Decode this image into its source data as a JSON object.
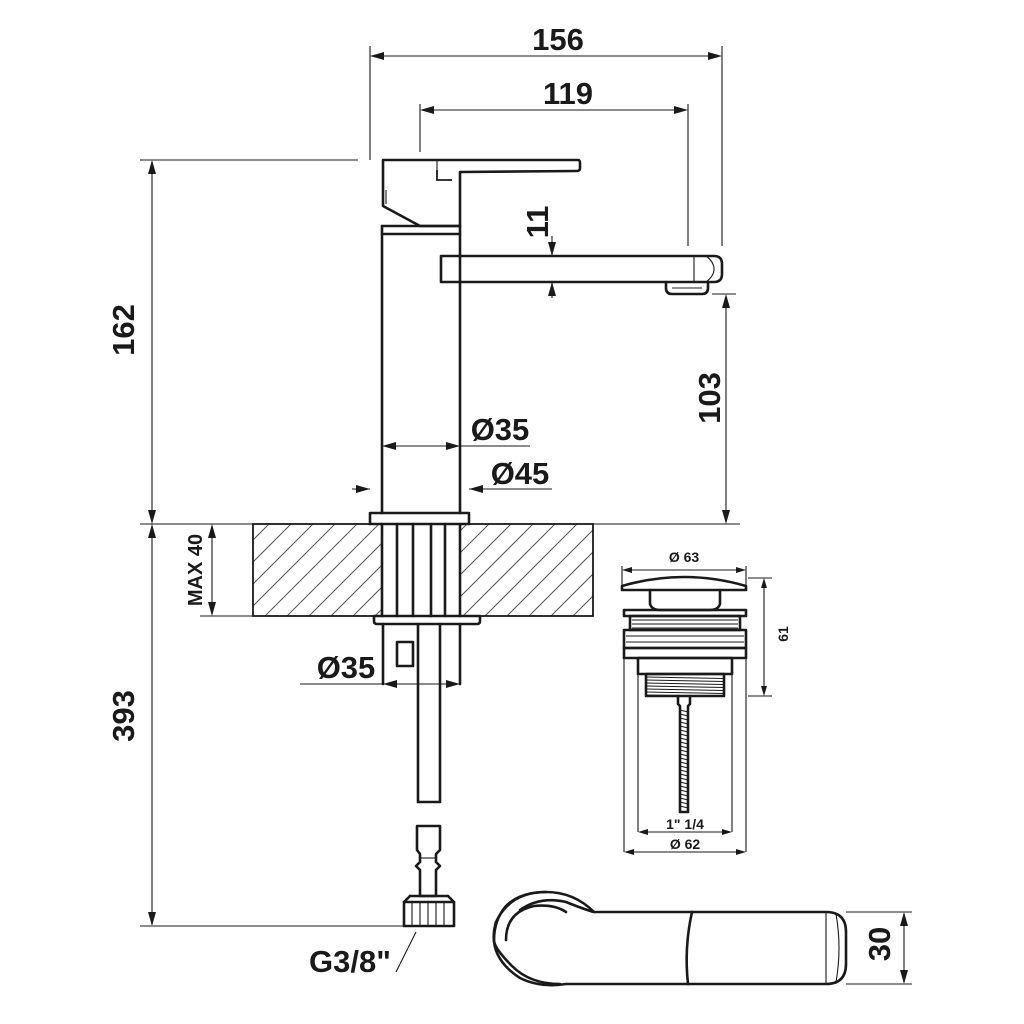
{
  "dimensions": {
    "overall_width": "156",
    "spout_reach": "119",
    "spout_thickness": "11",
    "height_total": "162",
    "spout_height": "103",
    "body_diameter": "Ø35",
    "base_diameter": "Ø45",
    "max_counter": "MAX 40",
    "shank_diameter": "Ø35",
    "below_counter": "393",
    "connection": "G3/8\"",
    "waste_top_diameter": "Ø 63",
    "waste_height": "61",
    "waste_thread": "1\" 1/4",
    "waste_body_diameter": "Ø 62",
    "handle_width": "30"
  }
}
